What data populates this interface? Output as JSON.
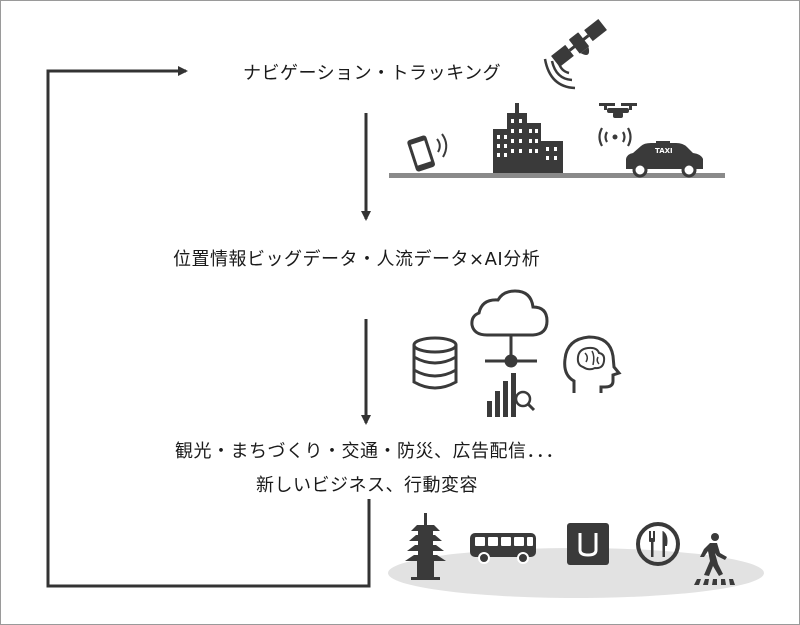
{
  "steps": {
    "navigation": "ナビゲーション・トラッキング",
    "analysis": "位置情報ビッグデータ・人流データ×AI分析",
    "applications": "観光・まちづくり・交通・防災、広告配信．．．",
    "outcome": "新しいビジネス、行動変容"
  },
  "icons": {
    "row1": [
      "satellite-icon",
      "smartphone-icon",
      "office-building-icon",
      "drone-icon",
      "taxi-icon"
    ],
    "row2": [
      "database-icon",
      "cloud-network-icon",
      "bar-chart-search-icon",
      "ai-brain-head-icon"
    ],
    "row3": [
      "pagoda-icon",
      "bus-icon",
      "ride-share-app-icon",
      "restaurant-icon",
      "pedestrian-crossing-icon"
    ]
  },
  "colors": {
    "line": "#333333",
    "icon": "#3a3a3a",
    "ground": "#e2e2e2"
  }
}
